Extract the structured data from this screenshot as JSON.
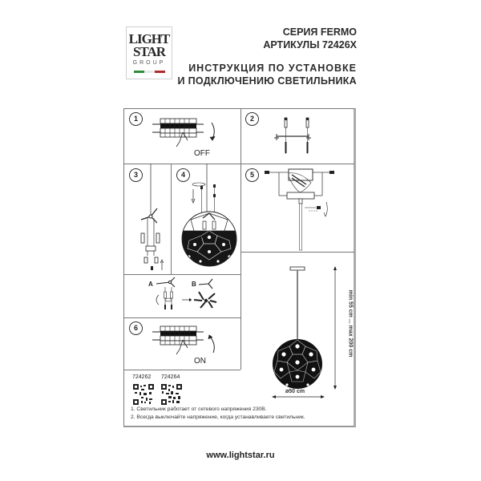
{
  "logo": {
    "line1": "LIGHT",
    "line2": "STAR",
    "line3": "GROUP",
    "flag_colors": [
      "#2e8b3a",
      "#ffffff",
      "#b02a2a"
    ]
  },
  "header": {
    "series": "СЕРИЯ FERMO",
    "articles": "АРТИКУЛЫ 72426X",
    "title_line1": "ИНСТРУКЦИЯ ПО УСТАНОВКЕ",
    "title_line2": "И ПОДКЛЮЧЕНИЮ СВЕТИЛЬНИКА"
  },
  "steps": {
    "s1": {
      "number": "1",
      "label": "OFF",
      "icon": "circuit-breaker-off"
    },
    "s2": {
      "number": "2",
      "icon": "mounting-bracket-screws"
    },
    "s3": {
      "number": "3",
      "icon": "lamp-holder-assembly"
    },
    "s4": {
      "number": "4",
      "icon": "sphere-shade-mounting"
    },
    "s5": {
      "number": "5",
      "icon": "wiring-terminal-canopy"
    },
    "sAB": {
      "label_a": "A",
      "label_b": "B",
      "icon": "arms-rotation"
    },
    "s6": {
      "number": "6",
      "label": "ON",
      "icon": "circuit-breaker-on"
    }
  },
  "product": {
    "height_label": "min 55 cm ... max 200 cm",
    "diameter_label": "ø50 cm"
  },
  "qr_codes": [
    {
      "article": "724262"
    },
    {
      "article": "724264"
    }
  ],
  "notes": [
    "1. Светильник работает от сетевого напряжения 230В.",
    "2. Всегда выключайте напряжение, когда устанавливаете светильник."
  ],
  "footer": {
    "url": "www.lightstar.ru"
  }
}
